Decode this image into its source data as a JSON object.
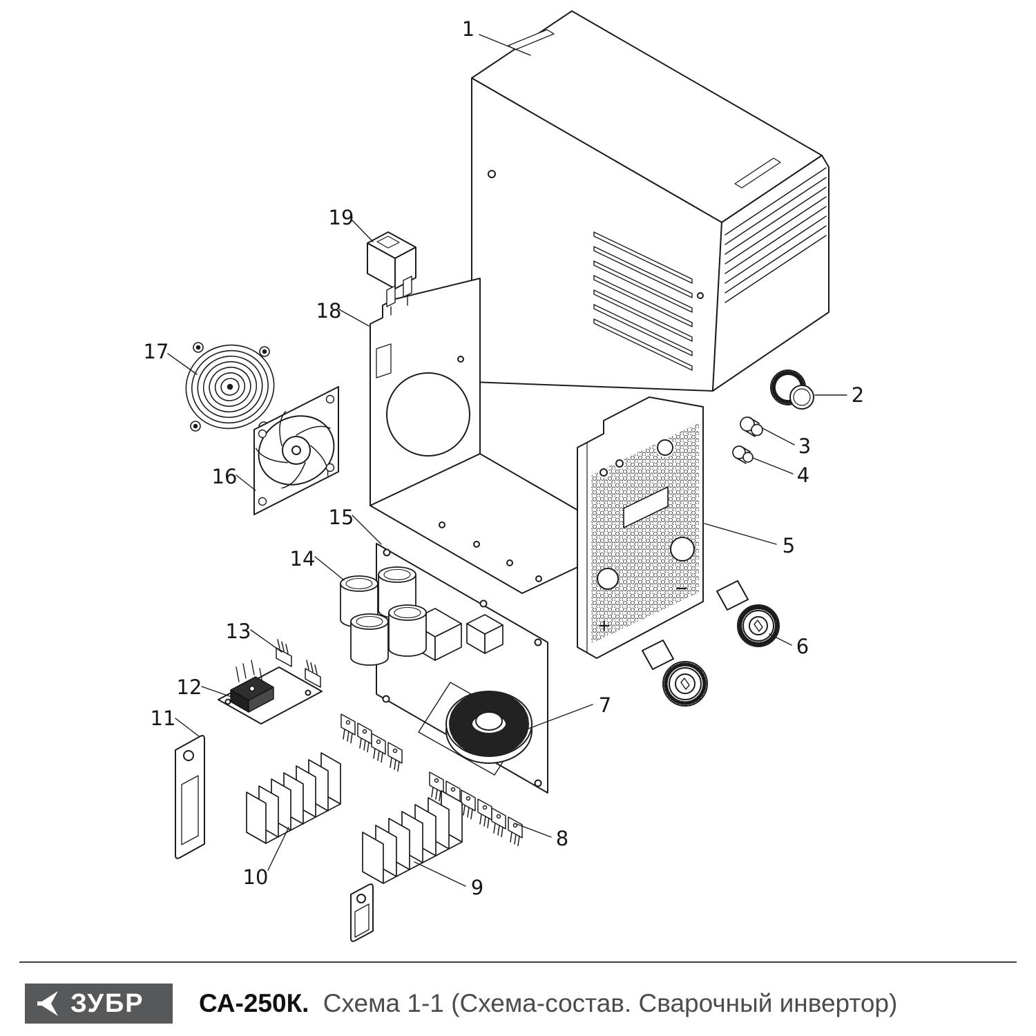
{
  "diagram": {
    "callouts": [
      "1",
      "2",
      "3",
      "4",
      "5",
      "6",
      "7",
      "8",
      "9",
      "10",
      "11",
      "12",
      "13",
      "14",
      "15",
      "16",
      "17",
      "18",
      "19"
    ],
    "panel_marks": {
      "plus": "+",
      "minus": "−"
    }
  },
  "footer": {
    "brand": "ЗУБР",
    "model": "СА-250К.",
    "subtitle": "Схема 1-1 (Схема-состав. Сварочный инвертор)"
  },
  "colors": {
    "line": "#1b1b1b",
    "logo_bg": "#57585a",
    "subtitle_text": "#4c4c4c"
  }
}
